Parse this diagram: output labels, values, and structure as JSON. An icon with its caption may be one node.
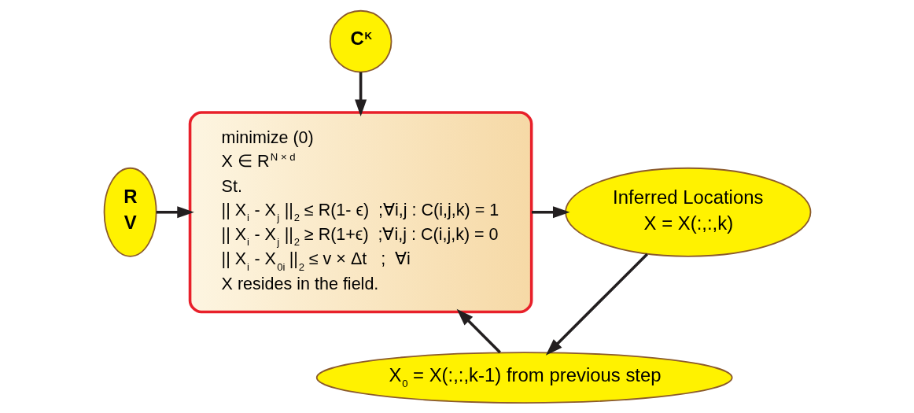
{
  "diagram": {
    "nodes": [
      {
        "text": [
          "C$^{K}$"
        ]
      },
      {
        "text": [
          "minimize (0)",
          "X ∈ R$^{N × d}$",
          "St.",
          "|| X$_{i}$ - X$_{j}$ ||$_{2}$ ≤ R(1- ϵ)  ;∀i,j : C(i,j,k) = 1",
          "|| X$_{i}$ - X$_{j}$ ||$_{2}$ ≥ R(1+ϵ)  ;∀i,j : C(i,j,k) = 0",
          "|| X$_{i}$ - X$_{0i}$ ||$_{2}$ ≤ v × Δt   ;  ∀i",
          "X resides in the field."
        ]
      },
      {
        "text": [
          "R",
          "V"
        ]
      },
      {
        "text": [
          "Inferred Locations",
          "X = X(:,:,k)"
        ]
      },
      {
        "text": [
          "X$_{0}$ = X(:,:,k-1) from previous step"
        ]
      }
    ],
    "edges": [
      {
        "from": 0,
        "to": 1,
        "arrow": "to"
      },
      {
        "from": 2,
        "to": 1,
        "arrow": "to"
      },
      {
        "from": 1,
        "to": 3,
        "arrow": "to"
      },
      {
        "from": 3,
        "to": 4,
        "arrow": "to"
      },
      {
        "from": 4,
        "to": 1,
        "arrow": "to"
      }
    ]
  }
}
